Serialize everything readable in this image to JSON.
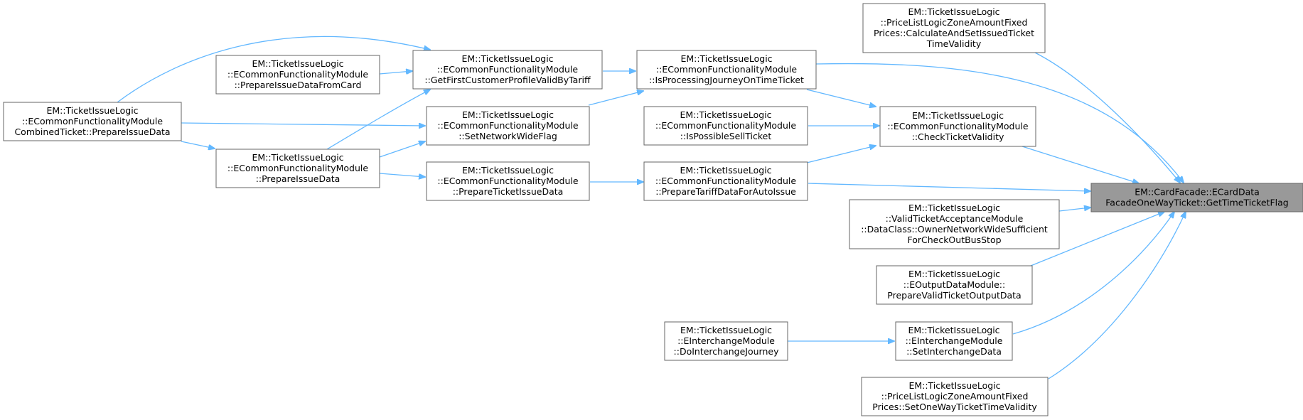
{
  "nodes": {
    "target": {
      "lines": [
        "EM::CardFacade::ECardData",
        "FacadeOneWayTicket::GetTimeTicketFlag"
      ]
    },
    "calcIssued": {
      "lines": [
        "EM::TicketIssueLogic",
        "::PriceListLogicZoneAmountFixed",
        "Prices::CalculateAndSetIssuedTicket",
        "TimeValidity"
      ]
    },
    "isProcessing": {
      "lines": [
        "EM::TicketIssueLogic",
        "::ECommonFunctionalityModule",
        "::IsProcessingJourneyOnTimeTicket"
      ]
    },
    "getFirstCustomer": {
      "lines": [
        "EM::TicketIssueLogic",
        "::ECommonFunctionalityModule",
        "::GetFirstCustomerProfileValidByTariff"
      ]
    },
    "prepareFromCard": {
      "lines": [
        "EM::TicketIssueLogic",
        "::ECommonFunctionalityModule",
        "::PrepareIssueDataFromCard"
      ]
    },
    "combined": {
      "lines": [
        "EM::TicketIssueLogic",
        "::ECommonFunctionalityModule",
        "CombinedTicket::PrepareIssueData"
      ]
    },
    "setNetwork": {
      "lines": [
        "EM::TicketIssueLogic",
        "::ECommonFunctionalityModule",
        "::SetNetworkWideFlag"
      ]
    },
    "isPossible": {
      "lines": [
        "EM::TicketIssueLogic",
        "::ECommonFunctionalityModule",
        "::IsPossibleSellTicket"
      ]
    },
    "checkValidity": {
      "lines": [
        "EM::TicketIssueLogic",
        "::ECommonFunctionalityModule",
        "::CheckTicketValidity"
      ]
    },
    "prepareIssue": {
      "lines": [
        "EM::TicketIssueLogic",
        "::ECommonFunctionalityModule",
        "::PrepareIssueData"
      ]
    },
    "prepareTicketIssue": {
      "lines": [
        "EM::TicketIssueLogic",
        "::ECommonFunctionalityModule",
        "::PrepareTicketIssueData"
      ]
    },
    "prepareTariff": {
      "lines": [
        "EM::TicketIssueLogic",
        "::ECommonFunctionalityModule",
        "::PrepareTariffDataForAutoIssue"
      ]
    },
    "validAcceptance": {
      "lines": [
        "EM::TicketIssueLogic",
        "::ValidTicketAcceptanceModule",
        "::DataClass::OwnerNetworkWideSufficient",
        "ForCheckOutBusStop"
      ]
    },
    "outputData": {
      "lines": [
        "EM::TicketIssueLogic",
        "::EOutputDataModule::",
        "PrepareValidTicketOutputData"
      ]
    },
    "doInterchange": {
      "lines": [
        "EM::TicketIssueLogic",
        "::EInterchangeModule",
        "::DoInterchangeJourney"
      ]
    },
    "setInterchange": {
      "lines": [
        "EM::TicketIssueLogic",
        "::EInterchangeModule",
        "::SetInterchangeData"
      ]
    },
    "setOneWay": {
      "lines": [
        "EM::TicketIssueLogic",
        "::PriceListLogicZoneAmountFixed",
        "Prices::SetOneWayTicketTimeValidity"
      ]
    }
  },
  "colors": {
    "edge": "#63b8ff",
    "highlight_fill": "#999999",
    "border": "#666666"
  }
}
